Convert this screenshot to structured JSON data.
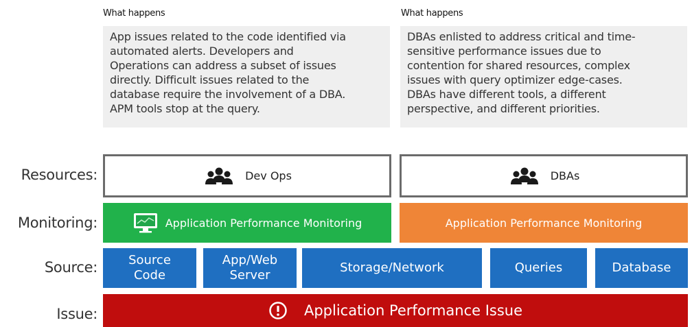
{
  "left_panel": {
    "heading": "What happens",
    "lines": [
      "App issues related to the code identified via",
      "automated alerts. Developers and",
      "Operations can address a subset of issues",
      "directly. Difficult issues related to the",
      "database require the involvement of a DBA.",
      "APM tools stop at the query."
    ]
  },
  "right_panel": {
    "heading": "What happens",
    "lines": [
      "DBAs enlisted to address critical and time-",
      "sensitive performance issues due to",
      "contention for shared resources, complex",
      "issues with query optimizer edge-cases.",
      "DBAs have different tools, a different",
      "perspective, and different priorities."
    ]
  },
  "rows": {
    "resources": "Resources:",
    "monitoring": "Monitoring:",
    "source": "Source:",
    "issue": "Issue:"
  },
  "resources": {
    "devops": {
      "label": "Dev Ops",
      "icon": "people-group-icon"
    },
    "dbas": {
      "label": "DBAs",
      "icon": "people-group-icon"
    }
  },
  "monitoring": {
    "left": {
      "label": "Application Performance Monitoring",
      "icon": "monitor-chart-icon",
      "color": "#21b24b"
    },
    "right": {
      "label": "Application Performance Monitoring",
      "color": "#ef8537"
    }
  },
  "source": {
    "color": "#1f6fc1",
    "items": [
      {
        "line1": "Source",
        "line2": "Code"
      },
      {
        "line1": "App/Web",
        "line2": "Server"
      },
      {
        "line1": "Storage/Network"
      },
      {
        "line1": "Queries"
      },
      {
        "line1": "Database"
      }
    ]
  },
  "issue": {
    "label": "Application Performance Issue",
    "icon": "alert-circle-icon",
    "color": "#c00d0d"
  }
}
